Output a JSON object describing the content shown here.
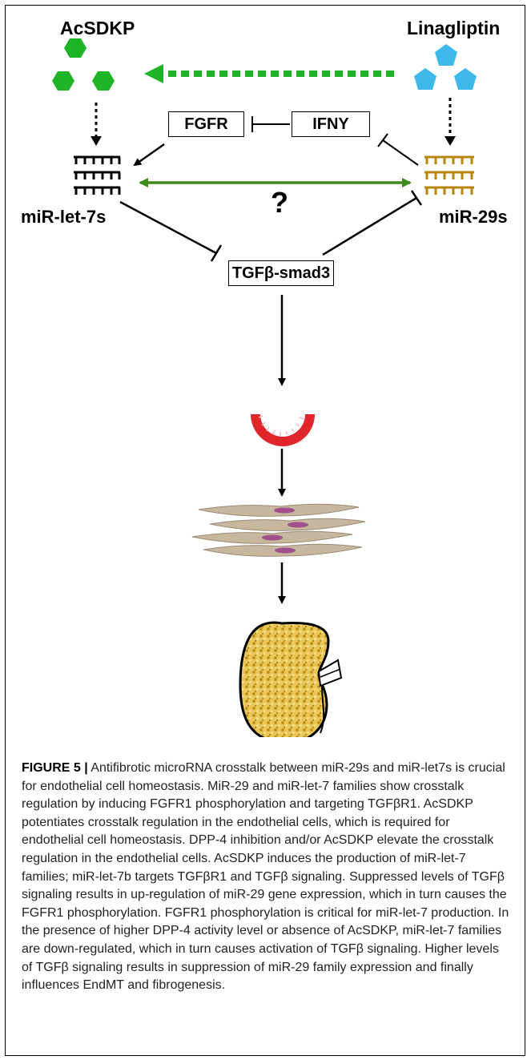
{
  "diagram": {
    "nodes": {
      "acsdkp": "AcSDKP",
      "linagliptin": "Linagliptin",
      "fgfr": "FGFR",
      "ifny": "IFNY",
      "mir_let7s": "miR-let-7s",
      "mir_29s": "miR-29s",
      "question": "?",
      "tgfb_smad3": "TGFβ-smad3"
    },
    "colors": {
      "hexagon": "#1db425",
      "pentagon": "#3fb8ec",
      "dashed_arrow": "#1db425",
      "double_arrow": "#3d8a1e",
      "mir29_comb": "#b8860b",
      "receptor": "#e0262b",
      "kidney": "#e2b93b"
    },
    "icons": [
      "hexagon-cluster-icon",
      "pentagon-cluster-icon",
      "receptor-icon",
      "fibroblast-cells-icon",
      "kidney-icon"
    ]
  },
  "caption": {
    "figure_label": "FIGURE 5 |",
    "text": " Antifibrotic microRNA crosstalk between miR-29s and miR-let7s is crucial for endothelial cell homeostasis. MiR-29 and miR-let-7 families show crosstalk regulation by inducing FGFR1 phosphorylation and targeting TGFβR1. AcSDKP potentiates crosstalk regulation in the endothelial cells, which is required for endothelial cell homeostasis. DPP-4 inhibition and/or AcSDKP elevate the crosstalk regulation in the endothelial cells. AcSDKP induces the production of miR-let-7 families; miR-let-7b targets TGFβR1 and TGFβ signaling. Suppressed levels of TGFβ signaling results in up-regulation of miR-29 gene expression, which in turn causes the FGFR1 phosphorylation. FGFR1 phosphorylation is critical for miR-let-7 production. In the presence of higher DPP-4 activity level or absence of AcSDKP, miR-let-7 families are down-regulated, which in turn causes activation of TGFβ signaling. Higher levels of TGFβ signaling results in suppression of miR-29 family expression and finally influences EndMT and fibrogenesis."
  }
}
